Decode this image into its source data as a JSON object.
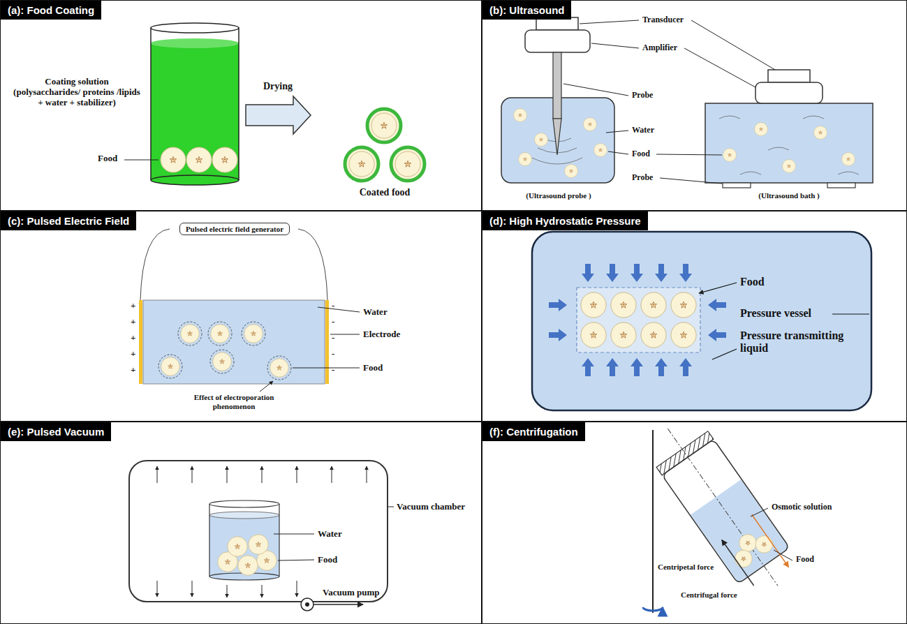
{
  "diagram": {
    "nodes": [
      {
        "text": [
          "(a): Food Coating"
        ]
      },
      {
        "text": [
          "(b): Ultrasound"
        ]
      },
      {
        "text": [
          "(c): Pulsed Electric Field"
        ]
      },
      {
        "text": [
          "(d): High Hydrostatic Pressure"
        ]
      },
      {
        "text": [
          "(e): Pulsed Vacuum"
        ]
      },
      {
        "text": [
          "(f): Centrifugation"
        ]
      },
      {
        "text": [
          "Pulsed electric field generator"
        ],
        "in": 2
      }
    ],
    "labels": [
      "Coating solution (polysaccharides/ proteins /lipids + water + stabilizer)",
      "Food",
      "Drying",
      "Coated food",
      "Transducer",
      "Amplifier",
      "Probe",
      "Water",
      "Food",
      "Probe",
      "(Ultrasound probe )",
      "(Ultrasound bath )",
      "+",
      "+",
      "+",
      "+",
      "+",
      "-",
      "-",
      "-",
      "-",
      "-",
      "Water",
      "Electrode",
      "Food",
      "Effect of electroporation phenomenon",
      "Food",
      "Pressure vessel",
      "Pressure transmitting liquid",
      "Vacuum chamber",
      "Water",
      "Food",
      "Vacuum pump",
      "Osmotic solution",
      "Food",
      "Centripetal force",
      "Centrifugal force"
    ]
  }
}
